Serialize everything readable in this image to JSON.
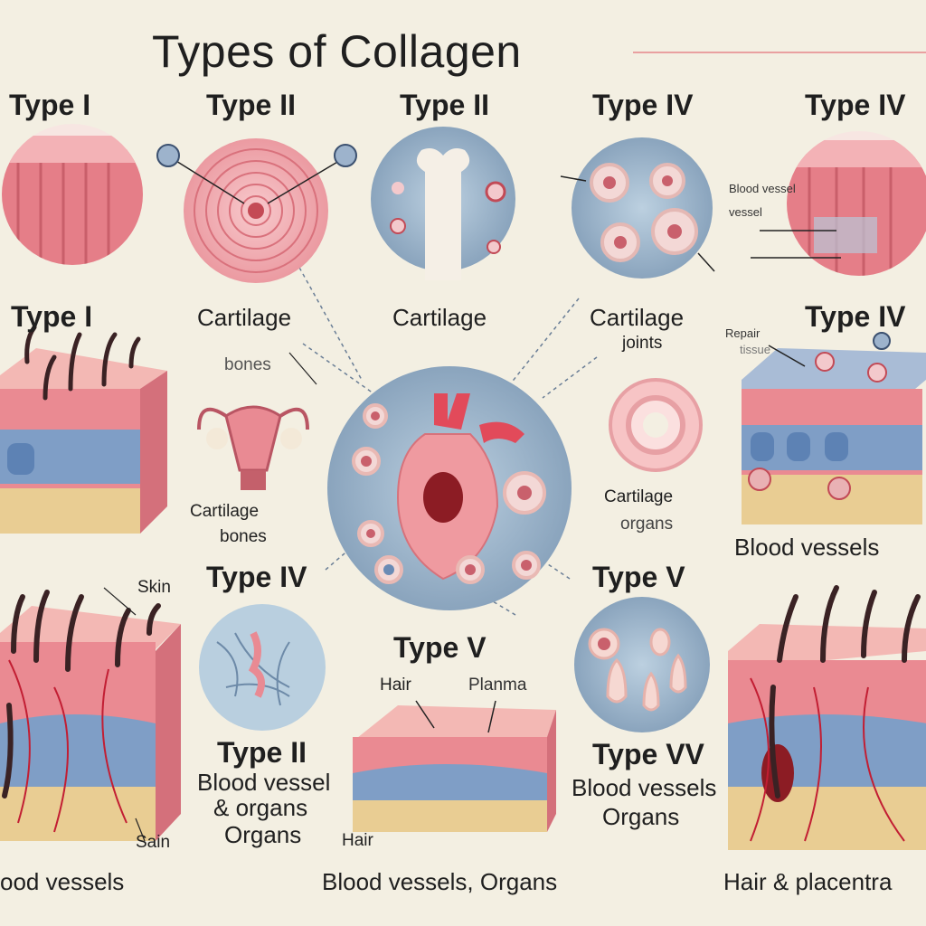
{
  "title": "Types of Collagen",
  "labels": {
    "type_1_top": "Type I",
    "type_2_top_a": "Type II",
    "type_2_top_b": "Type II",
    "type_4_top_a": "Type IV",
    "type_4_top_b": "Type IV",
    "type_1_mid": "Type I",
    "type_4_mid": "Type IV",
    "cartilage_1": "Cartilage",
    "bones_faded": "bones",
    "cartilage_2": "Cartilage",
    "cartilage_joints": "Cartilage",
    "joints": "joints",
    "blood_vessel_tag": "Blood vessel",
    "vessel_tag": "vessel",
    "repair_tag": "Repair",
    "repair_sub": "tissue",
    "cartilage_bones": "Cartilage",
    "bones": "bones",
    "cartilage_organs": "Cartilage",
    "organs_faded": "organs",
    "blood_vessels_right": "Blood vessels",
    "skin": "Skin",
    "type_4_low": "Type IV",
    "type_5_right": "Type V",
    "type_5_center": "Type V",
    "hair_1": "Hair",
    "planma": "Planma",
    "type_2_low": "Type II",
    "blood_vessel_organs_1": "Blood vessel",
    "and_organs": "& organs",
    "organs_1": "Organs",
    "type_vv": "Type VV",
    "blood_vessels_2": "Blood vessels",
    "organs_2": "Organs",
    "sain": "Sain",
    "hair_2": "Hair",
    "bottom_left": "ood vessels",
    "bottom_center": "Blood vessels, Organs",
    "bottom_right": "Hair & placentra"
  },
  "colors": {
    "background": "#f3efe2",
    "circle_blue": "#8fa9c1",
    "tissue_pink": "#e98a93",
    "tissue_blue": "#7b9ac4",
    "tissue_fat": "#e8c98a",
    "hair": "#3a2224"
  },
  "icons": [
    "fiber-bundle-icon",
    "concentric-rings-icon",
    "bone-icon",
    "cells-icon",
    "skin-block-icon",
    "uterus-icon",
    "heart-icon",
    "ring-cell-icon",
    "fibers-icon",
    "droplets-icon"
  ]
}
